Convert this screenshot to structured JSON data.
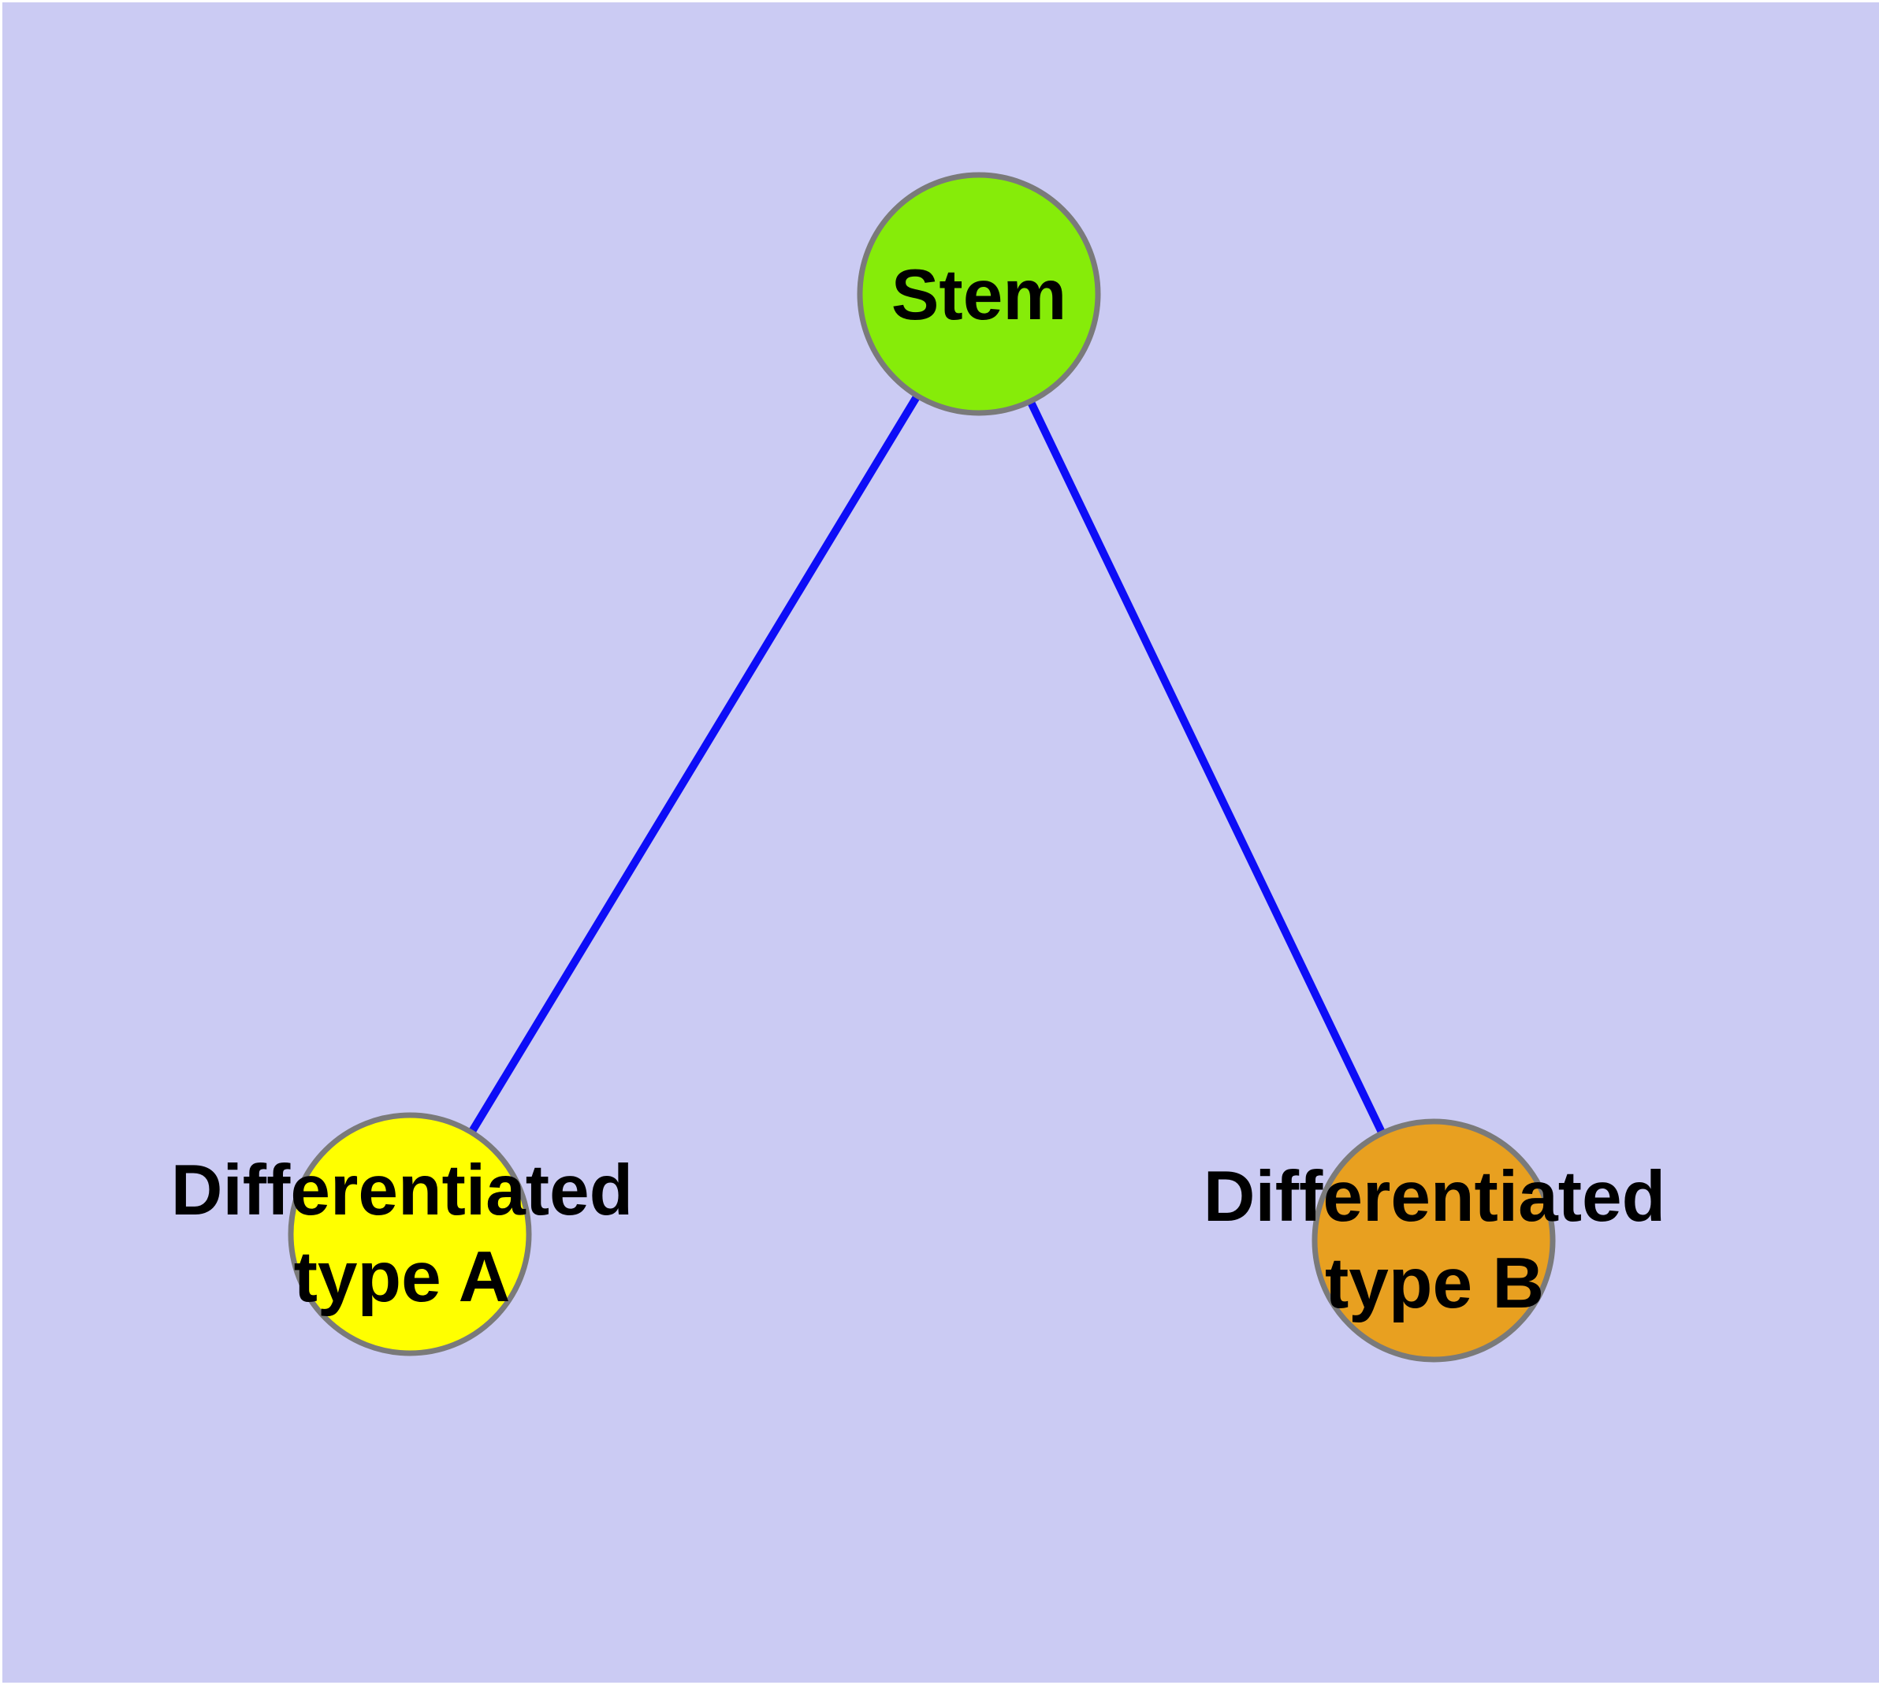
{
  "graph": {
    "background_color": "#cbcbf3",
    "frame_color": "#ffffff",
    "edge_color": "#0d0df7",
    "node_border_color": "#7a7a7a",
    "label_color": "#000000",
    "nodes": [
      {
        "id": "stem",
        "label": "Stem",
        "color": "#86ec09"
      },
      {
        "id": "differentiated-type-a",
        "label": "Differentiated\ntype A",
        "color": "#ffff00"
      },
      {
        "id": "differentiated-type-b",
        "label": "Differentiated\ntype B",
        "color": "#e8a020"
      }
    ],
    "edges": [
      {
        "source": "stem",
        "target": "differentiated-type-a"
      },
      {
        "source": "stem",
        "target": "differentiated-type-b"
      }
    ]
  }
}
